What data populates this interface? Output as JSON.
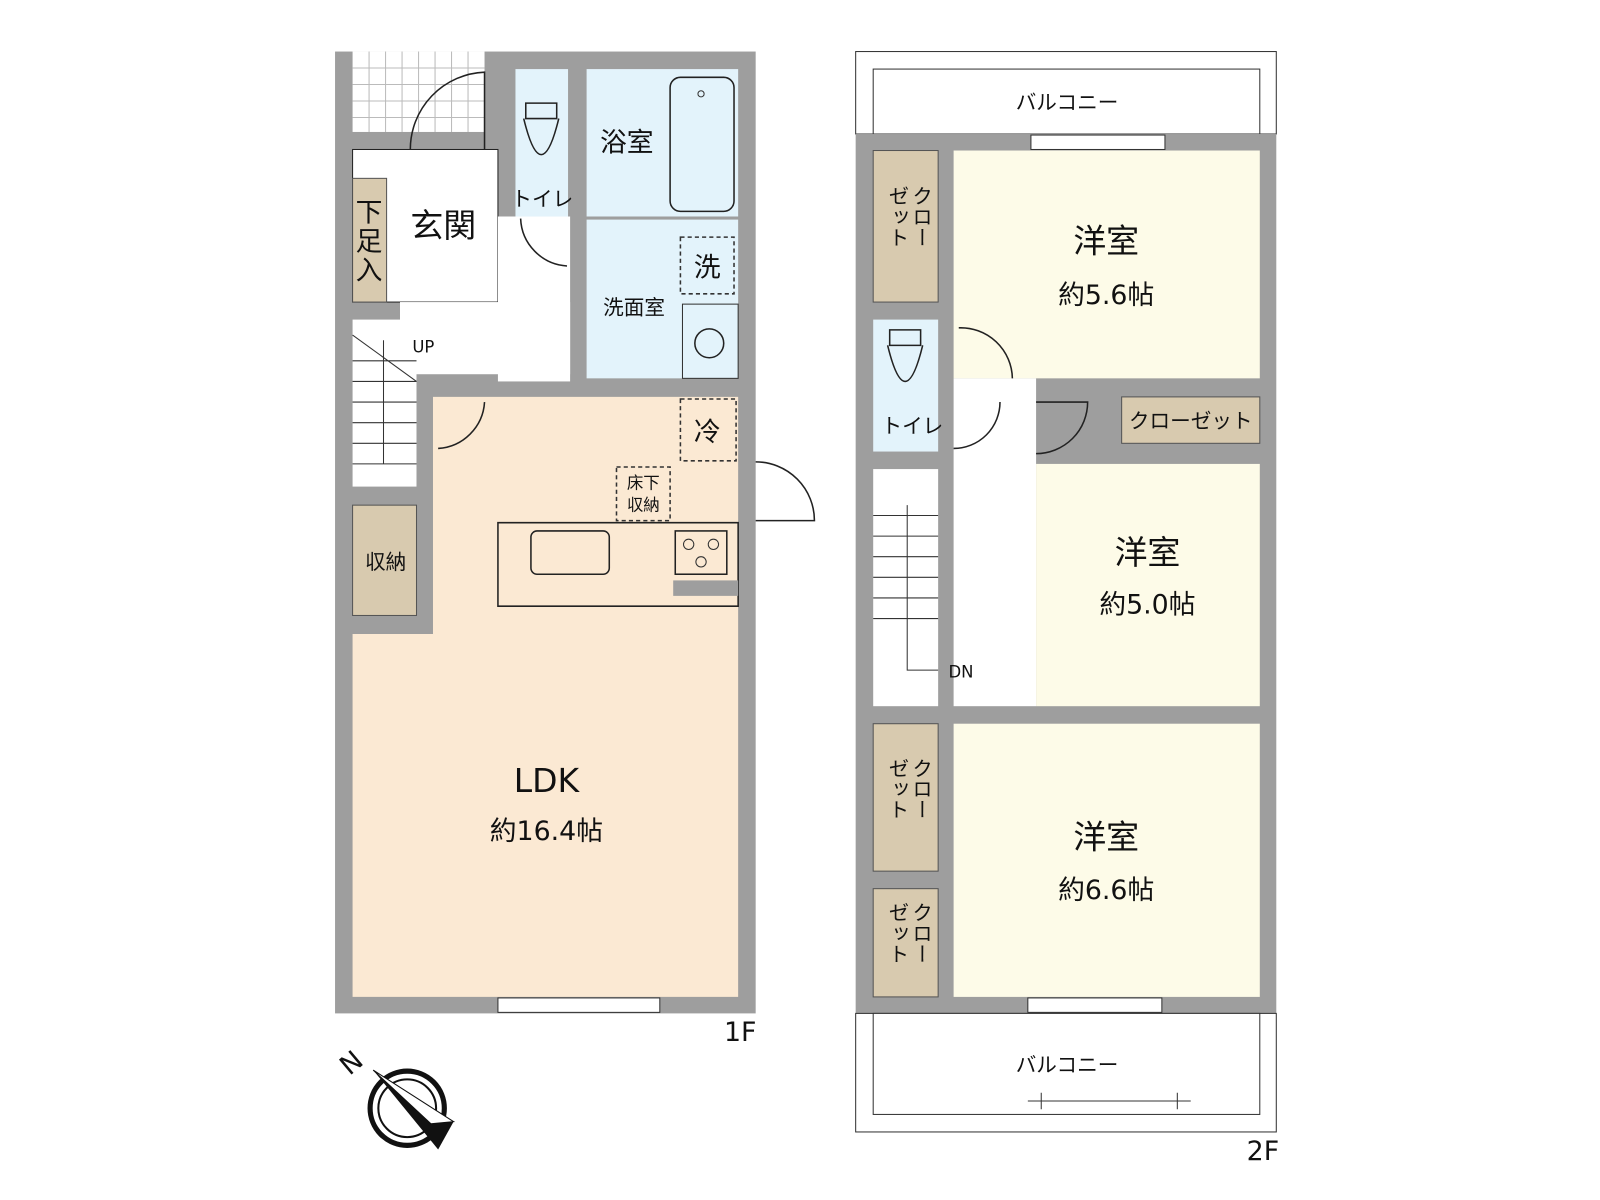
{
  "floor1": {
    "label": "1F",
    "rooms": {
      "entrance": "玄関",
      "shoe_storage": [
        "下",
        "足",
        "入"
      ],
      "toilet": "トイレ",
      "bathroom": "浴室",
      "washroom": "洗面室",
      "washer": "洗",
      "fridge": "冷",
      "underfloor_storage": [
        "床下",
        "収納"
      ],
      "storage": "収納",
      "ldk": "LDK",
      "ldk_size": "約16.4帖",
      "stairs": "UP"
    }
  },
  "floor2": {
    "label": "2F",
    "balcony_top": "バルコニー",
    "balcony_bottom": "バルコニー",
    "toilet": "トイレ",
    "stairs": "DN",
    "room1": {
      "name": "洋室",
      "size": "約5.6帖",
      "closet": [
        "ゼット",
        "クロー"
      ]
    },
    "room2": {
      "name": "洋室",
      "size": "約5.0帖",
      "closet": "クローゼット"
    },
    "room3": {
      "name": "洋室",
      "size": "約6.6帖",
      "closet_a": [
        "ゼット",
        "クロー"
      ],
      "closet_b": [
        "ゼット",
        "クロー"
      ]
    }
  },
  "compass": {
    "north_label": "N"
  },
  "colors": {
    "wall": "#9e9e9e",
    "ldk": "#fbe9d3",
    "wet_area": "#e3f3fb",
    "closet": "#d8caaf",
    "bedroom": "#fdfbe8"
  }
}
